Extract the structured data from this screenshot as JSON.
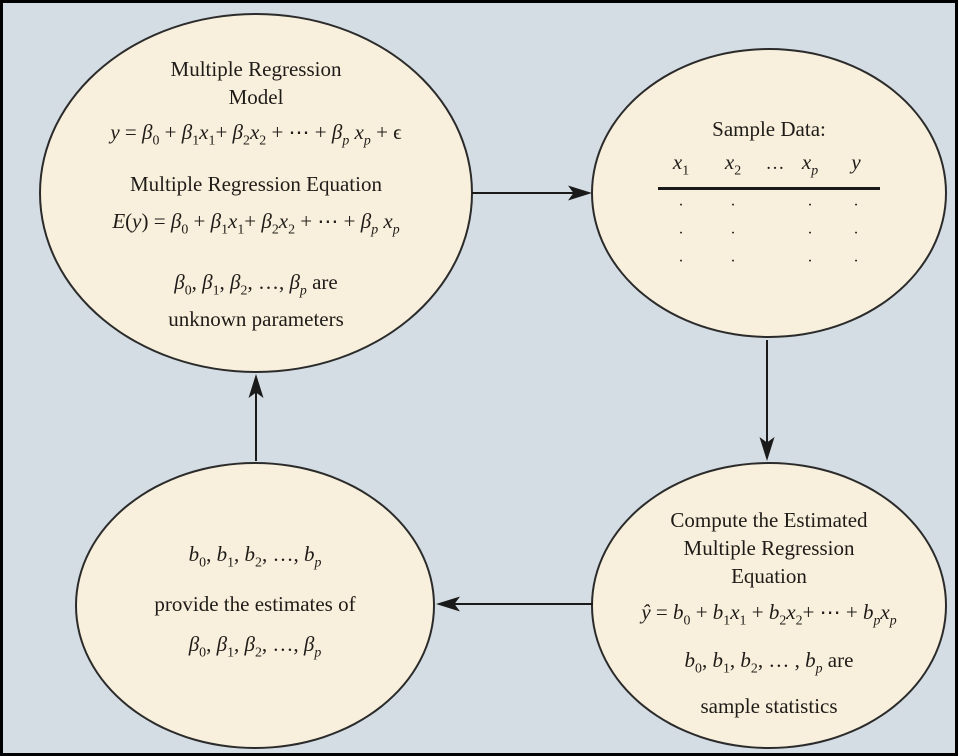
{
  "palette": {
    "background": "#d4dde3",
    "node_fill": "#f8f0dc",
    "node_stroke": "#2b2b2b",
    "arrow": "#1a1a1a",
    "text": "#1f1b18"
  },
  "model_node": {
    "title1": "Multiple Regression",
    "title2": "Model",
    "eq_model": [
      [
        "i",
        "y"
      ],
      [
        "n",
        " = "
      ],
      [
        "i",
        "β"
      ],
      [
        "sub",
        "0"
      ],
      [
        "n",
        " + "
      ],
      [
        "i",
        "β"
      ],
      [
        "sub",
        "1"
      ],
      [
        "i",
        "x"
      ],
      [
        "sub",
        "1"
      ],
      [
        "n",
        "+ "
      ],
      [
        "i",
        "β"
      ],
      [
        "sub",
        "2"
      ],
      [
        "i",
        "x"
      ],
      [
        "sub",
        "2"
      ],
      [
        "n",
        " + ⋯ + "
      ],
      [
        "i",
        "β"
      ],
      [
        "subi",
        "p"
      ],
      [
        "n",
        " "
      ],
      [
        "i",
        "x"
      ],
      [
        "subi",
        "p"
      ],
      [
        "n",
        " + ϵ"
      ]
    ],
    "subtitle": "Multiple Regression Equation",
    "eq_expected": [
      [
        "i",
        "E"
      ],
      [
        "n",
        "("
      ],
      [
        "i",
        "y"
      ],
      [
        "n",
        ") = "
      ],
      [
        "i",
        "β"
      ],
      [
        "sub",
        "0"
      ],
      [
        "n",
        " + "
      ],
      [
        "i",
        "β"
      ],
      [
        "sub",
        "1"
      ],
      [
        "i",
        "x"
      ],
      [
        "sub",
        "1"
      ],
      [
        "n",
        "+ "
      ],
      [
        "i",
        "β"
      ],
      [
        "sub",
        "2"
      ],
      [
        "i",
        "x"
      ],
      [
        "sub",
        "2"
      ],
      [
        "n",
        " + ⋯ + "
      ],
      [
        "i",
        "β"
      ],
      [
        "subi",
        "p"
      ],
      [
        "n",
        " "
      ],
      [
        "i",
        "x"
      ],
      [
        "subi",
        "p"
      ]
    ],
    "params1": [
      [
        "i",
        "β"
      ],
      [
        "sub",
        "0"
      ],
      [
        "n",
        ", "
      ],
      [
        "i",
        "β"
      ],
      [
        "sub",
        "1"
      ],
      [
        "n",
        ", "
      ],
      [
        "i",
        "β"
      ],
      [
        "sub",
        "2"
      ],
      [
        "n",
        ", …, "
      ],
      [
        "i",
        "β"
      ],
      [
        "subi",
        "p"
      ],
      [
        "n",
        " are"
      ]
    ],
    "params2": "unknown parameters"
  },
  "sample_node": {
    "title": "Sample Data:",
    "headers": {
      "h1": [
        [
          "i",
          "x"
        ],
        [
          "sub",
          "1"
        ]
      ],
      "h2": [
        [
          "i",
          "x"
        ],
        [
          "sub",
          "2"
        ]
      ],
      "hdots": "…",
      "h3": [
        [
          "i",
          "x"
        ],
        [
          "subi",
          "p"
        ]
      ],
      "h4": [
        [
          "i",
          "y"
        ]
      ]
    },
    "rows": [
      [
        "·",
        "·",
        "·",
        "·"
      ],
      [
        "·",
        "·",
        "·",
        "·"
      ],
      [
        "·",
        "·",
        "·",
        "·"
      ]
    ]
  },
  "compute_node": {
    "title1": "Compute the Estimated",
    "title2": "Multiple Regression",
    "title3": "Equation",
    "eq_estimated": [
      [
        "i",
        "ŷ"
      ],
      [
        "n",
        " = "
      ],
      [
        "i",
        "b"
      ],
      [
        "sub",
        "0"
      ],
      [
        "n",
        " + "
      ],
      [
        "i",
        "b"
      ],
      [
        "sub",
        "1"
      ],
      [
        "i",
        "x"
      ],
      [
        "sub",
        "1"
      ],
      [
        "n",
        " + "
      ],
      [
        "i",
        "b"
      ],
      [
        "sub",
        "2"
      ],
      [
        "i",
        "x"
      ],
      [
        "sub",
        "2"
      ],
      [
        "n",
        "+ ⋯ + "
      ],
      [
        "i",
        "b"
      ],
      [
        "subi",
        "p"
      ],
      [
        "i",
        "x"
      ],
      [
        "subi",
        "p"
      ]
    ],
    "stats1": [
      [
        "i",
        "b"
      ],
      [
        "sub",
        "0"
      ],
      [
        "n",
        ", "
      ],
      [
        "i",
        "b"
      ],
      [
        "sub",
        "1"
      ],
      [
        "n",
        ", "
      ],
      [
        "i",
        "b"
      ],
      [
        "sub",
        "2"
      ],
      [
        "n",
        ", … , "
      ],
      [
        "i",
        "b"
      ],
      [
        "subi",
        "p"
      ],
      [
        "n",
        " are"
      ]
    ],
    "stats2": "sample statistics"
  },
  "estimates_node": {
    "line1": [
      [
        "i",
        "b"
      ],
      [
        "sub",
        "0"
      ],
      [
        "n",
        ", "
      ],
      [
        "i",
        "b"
      ],
      [
        "sub",
        "1"
      ],
      [
        "n",
        ", "
      ],
      [
        "i",
        "b"
      ],
      [
        "sub",
        "2"
      ],
      [
        "n",
        ", …, "
      ],
      [
        "i",
        "b"
      ],
      [
        "subi",
        "p"
      ]
    ],
    "line2": "provide the estimates of",
    "line3": [
      [
        "i",
        "β"
      ],
      [
        "sub",
        "0"
      ],
      [
        "n",
        ", "
      ],
      [
        "i",
        "β"
      ],
      [
        "sub",
        "1"
      ],
      [
        "n",
        ", "
      ],
      [
        "i",
        "β"
      ],
      [
        "sub",
        "2"
      ],
      [
        "n",
        ", …, "
      ],
      [
        "i",
        "β"
      ],
      [
        "subi",
        "p"
      ]
    ]
  }
}
